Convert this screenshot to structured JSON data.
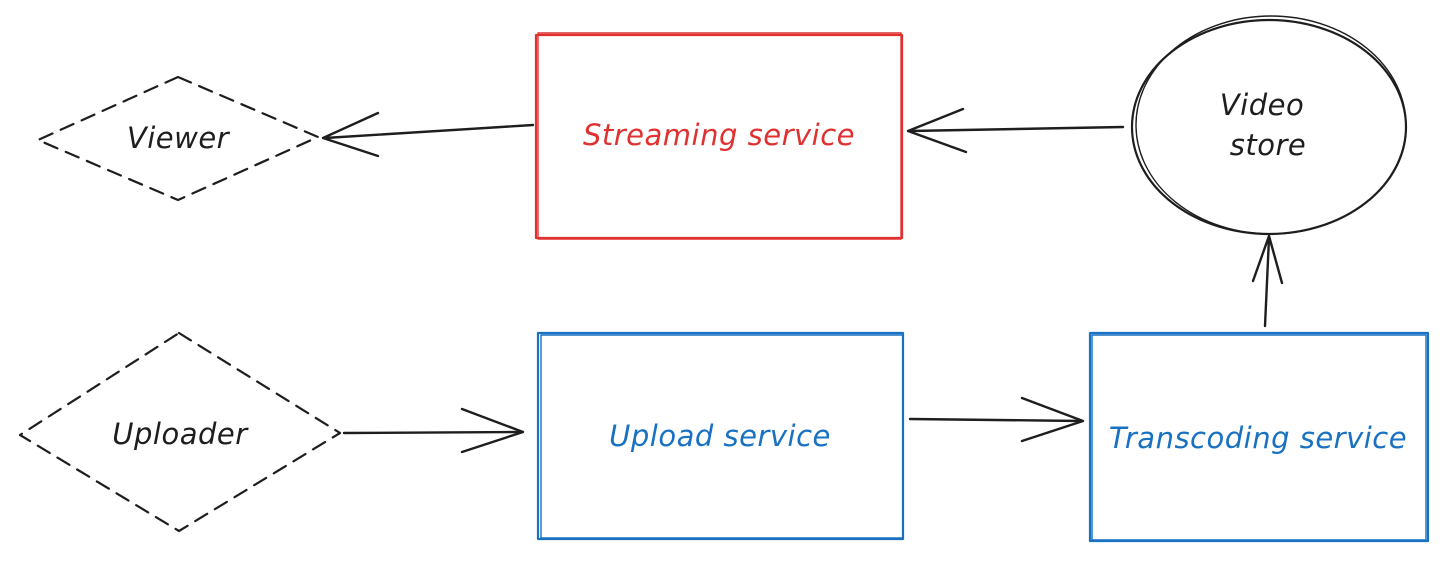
{
  "colors": {
    "background": "#ffffff",
    "ink": "#1e1e1e",
    "streaming": "#e03131",
    "pipeline": "#1971c2"
  },
  "nodes": {
    "viewer": {
      "label": "Viewer",
      "shape": "diamond",
      "border": "dashed"
    },
    "uploader": {
      "label": "Uploader",
      "shape": "diamond",
      "border": "dashed"
    },
    "streaming_service": {
      "label": "Streaming service",
      "shape": "rectangle",
      "color": "#e03131"
    },
    "upload_service": {
      "label": "Upload service",
      "shape": "rectangle",
      "color": "#1971c2"
    },
    "transcoding_service": {
      "label": "Transcoding service",
      "shape": "rectangle",
      "color": "#1971c2"
    },
    "video_store": {
      "label_line1": "Video",
      "label_line2": "store",
      "shape": "ellipse"
    }
  },
  "edges": [
    {
      "from": "Uploader",
      "to": "Upload service"
    },
    {
      "from": "Upload service",
      "to": "Transcoding service"
    },
    {
      "from": "Transcoding service",
      "to": "Video store"
    },
    {
      "from": "Video store",
      "to": "Streaming service"
    },
    {
      "from": "Streaming service",
      "to": "Viewer"
    }
  ]
}
